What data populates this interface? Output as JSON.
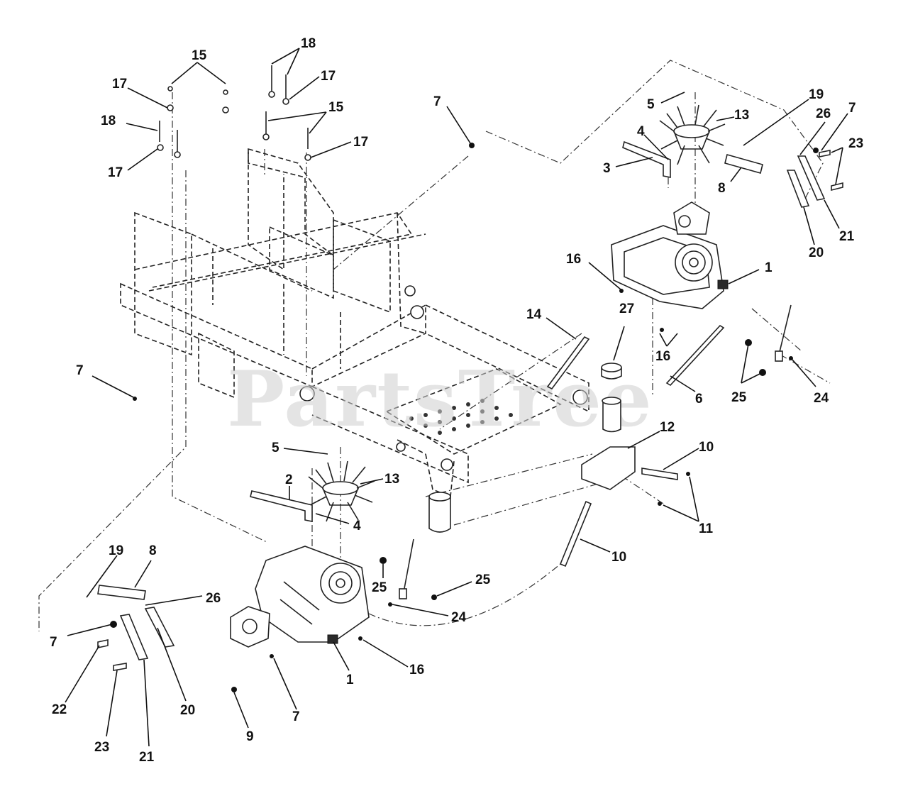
{
  "watermark": "PartsTree",
  "colors": {
    "ink": "#111111",
    "watermark": "#cfcfcf",
    "background": "#ffffff"
  },
  "callouts": [
    {
      "id": "c15a",
      "text": "15"
    },
    {
      "id": "c18a",
      "text": "18"
    },
    {
      "id": "c17a",
      "text": "17"
    },
    {
      "id": "c18b",
      "text": "18"
    },
    {
      "id": "c17b",
      "text": "17"
    },
    {
      "id": "c17c",
      "text": "17"
    },
    {
      "id": "c15b",
      "text": "15"
    },
    {
      "id": "c17d",
      "text": "17"
    },
    {
      "id": "c7a",
      "text": "7"
    },
    {
      "id": "c5a",
      "text": "5"
    },
    {
      "id": "c13a",
      "text": "13"
    },
    {
      "id": "c19a",
      "text": "19"
    },
    {
      "id": "c26a",
      "text": "26"
    },
    {
      "id": "c7b",
      "text": "7"
    },
    {
      "id": "c23a",
      "text": "23"
    },
    {
      "id": "c4a",
      "text": "4"
    },
    {
      "id": "c3",
      "text": "3"
    },
    {
      "id": "c8a",
      "text": "8"
    },
    {
      "id": "c21a",
      "text": "21"
    },
    {
      "id": "c20a",
      "text": "20"
    },
    {
      "id": "c16a",
      "text": "16"
    },
    {
      "id": "c1a",
      "text": "1"
    },
    {
      "id": "c14",
      "text": "14"
    },
    {
      "id": "c27",
      "text": "27"
    },
    {
      "id": "c16b",
      "text": "16"
    },
    {
      "id": "c25a",
      "text": "25"
    },
    {
      "id": "c6",
      "text": "6"
    },
    {
      "id": "c24a",
      "text": "24"
    },
    {
      "id": "c7c",
      "text": "7"
    },
    {
      "id": "c12",
      "text": "12"
    },
    {
      "id": "c10a",
      "text": "10"
    },
    {
      "id": "c5b",
      "text": "5"
    },
    {
      "id": "c13b",
      "text": "13"
    },
    {
      "id": "c2",
      "text": "2"
    },
    {
      "id": "c4b",
      "text": "4"
    },
    {
      "id": "c11",
      "text": "11"
    },
    {
      "id": "c10b",
      "text": "10"
    },
    {
      "id": "c19b",
      "text": "19"
    },
    {
      "id": "c8b",
      "text": "8"
    },
    {
      "id": "c26b",
      "text": "26"
    },
    {
      "id": "c25b",
      "text": "25"
    },
    {
      "id": "c25c",
      "text": "25"
    },
    {
      "id": "c24b",
      "text": "24"
    },
    {
      "id": "c7d",
      "text": "7"
    },
    {
      "id": "c22",
      "text": "22"
    },
    {
      "id": "c1b",
      "text": "1"
    },
    {
      "id": "c16c",
      "text": "16"
    },
    {
      "id": "c20b",
      "text": "20"
    },
    {
      "id": "c23b",
      "text": "23"
    },
    {
      "id": "c21b",
      "text": "21"
    },
    {
      "id": "c9",
      "text": "9"
    },
    {
      "id": "c7e",
      "text": "7"
    }
  ]
}
